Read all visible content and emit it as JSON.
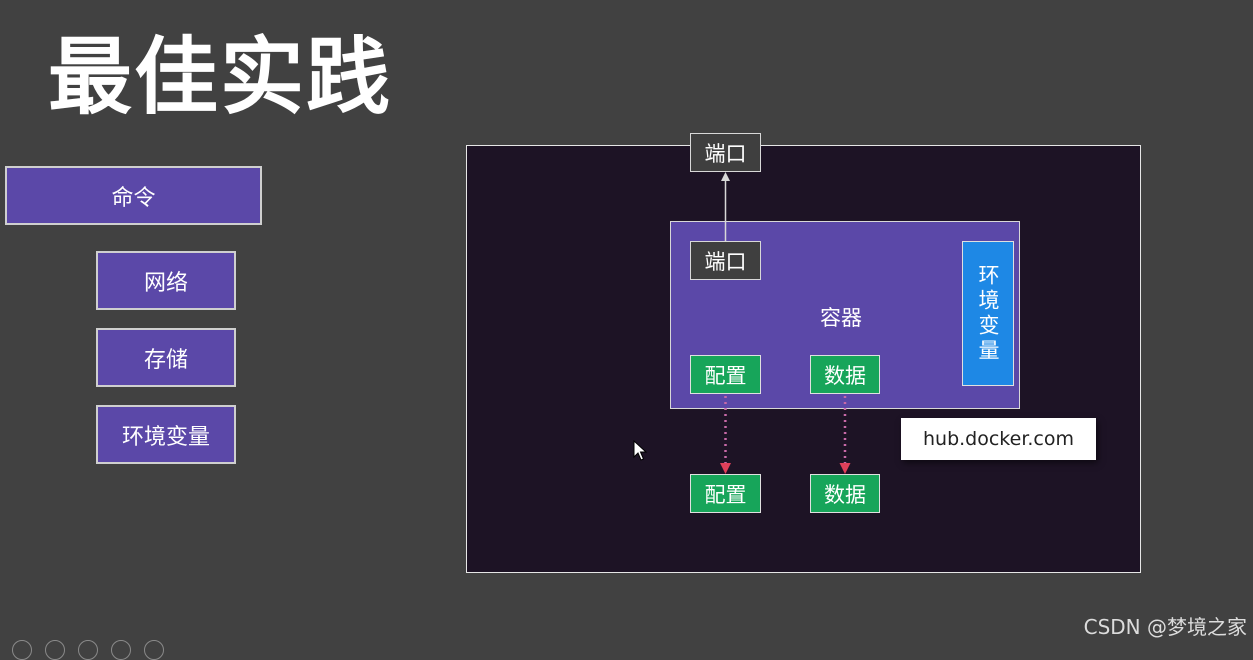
{
  "title": "最佳实践",
  "nav": {
    "main": "命令",
    "items": [
      "网络",
      "存储",
      "环境变量"
    ]
  },
  "diagram": {
    "host_port": "端口",
    "container_port": "端口",
    "container_label": "容器",
    "env_label": "环境变量",
    "config_inner": "配置",
    "data_inner": "数据",
    "config_outer": "配置",
    "data_outer": "数据",
    "hub": "hub.docker.com"
  },
  "watermark": "CSDN @梦境之家",
  "colors": {
    "background": "#414141",
    "panel": "#1d1325",
    "purple": "#5b48a8",
    "green": "#17a55a",
    "blue": "#1e88e5",
    "dotted_arrow": "#e0405a"
  }
}
